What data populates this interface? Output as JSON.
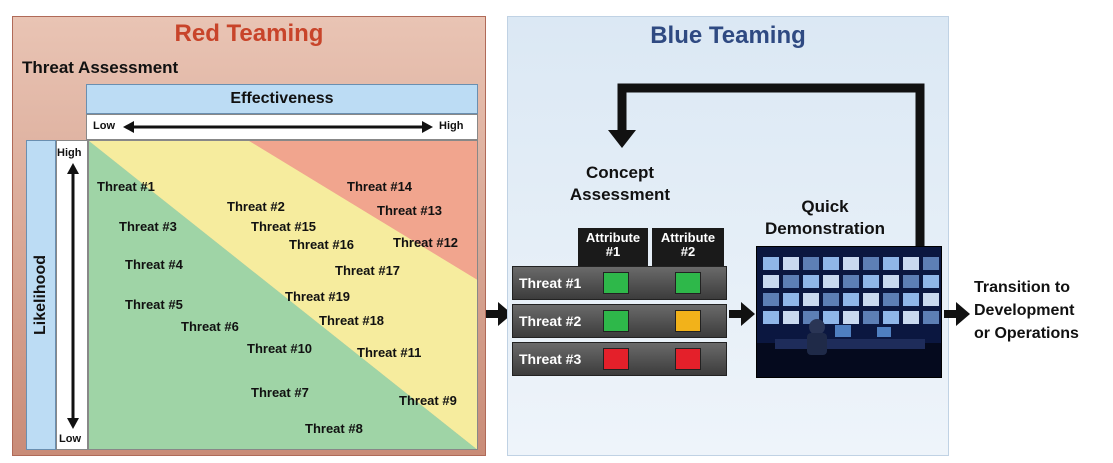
{
  "red": {
    "title": "Red Teaming",
    "subtitle": "Threat Assessment",
    "effectiveness_label": "Effectiveness",
    "low_label": "Low",
    "high_label": "High",
    "likelihood_label": "Likelihood",
    "likelihood_high": "High",
    "likelihood_low": "Low",
    "zone_colors": {
      "green": "#9fd4a6",
      "yellow": "#f6ec9e",
      "red": "#f1a58e"
    },
    "threats": [
      "Threat #1",
      "Threat #2",
      "Threat #3",
      "Threat #4",
      "Threat #5",
      "Threat #6",
      "Threat #7",
      "Threat #8",
      "Threat #9",
      "Threat #10",
      "Threat #11",
      "Threat #12",
      "Threat #13",
      "Threat #14",
      "Threat #15",
      "Threat #16",
      "Threat #17",
      "Threat #18",
      "Threat #19"
    ]
  },
  "blue": {
    "title": "Blue Teaming",
    "concept_line1": "Concept",
    "concept_line2": "Assessment",
    "attr1_line1": "Attribute",
    "attr1_line2": "#1",
    "attr2_line1": "Attribute",
    "attr2_line2": "#2",
    "rows": [
      {
        "label": "Threat #1",
        "attr1": "green",
        "attr2": "green"
      },
      {
        "label": "Threat #2",
        "attr1": "green",
        "attr2": "yellow"
      },
      {
        "label": "Threat #3",
        "attr1": "red",
        "attr2": "red"
      }
    ],
    "status_colors": {
      "green": "#2eb84a",
      "yellow": "#f2b21a",
      "red": "#e4202a"
    },
    "quick_line1": "Quick",
    "quick_line2": "Demonstration"
  },
  "transition": {
    "line1": "Transition to",
    "line2": "Development",
    "line3": "or Operations"
  }
}
